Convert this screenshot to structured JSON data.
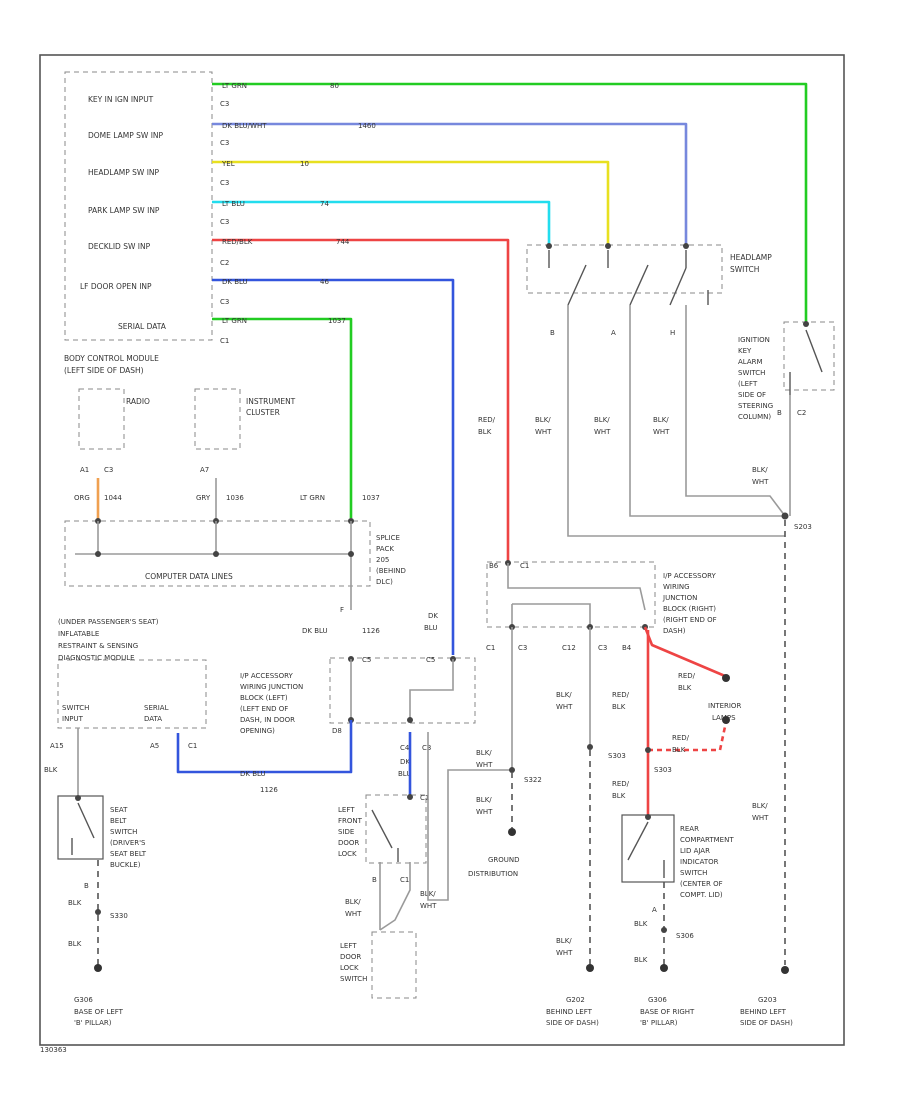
{
  "bcm": {
    "inputs": [
      {
        "label": "KEY IN IGN INPUT",
        "conn": "C3"
      },
      {
        "label": "DOME LAMP SW INP",
        "conn": "C3"
      },
      {
        "label": "HEADLAMP SW INP",
        "conn": "C3"
      },
      {
        "label": "PARK LAMP SW INP",
        "conn": "C3"
      },
      {
        "label": "DECKLID SW INP",
        "conn": "C2"
      },
      {
        "label": "LF DOOR OPEN INP",
        "conn": "C3"
      },
      {
        "label": "SERIAL DATA",
        "conn": "C1"
      }
    ],
    "name_line1": "BODY CONTROL MODULE",
    "name_line2": "(LEFT SIDE OF DASH)"
  },
  "wires": {
    "key_in": {
      "color_text": "LT GRN",
      "circuit": "80",
      "hex": "#22cc22"
    },
    "dome": {
      "color_text": "DK BLU/WHT",
      "circuit": "1460",
      "hex": "#7788dd"
    },
    "headlamp": {
      "color_text": "YEL",
      "circuit": "10",
      "hex": "#e8e020"
    },
    "park": {
      "color_text": "LT BLU",
      "circuit": "74",
      "hex": "#22ddee"
    },
    "decklid": {
      "color_text": "RED/BLK",
      "circuit": "744",
      "hex": "#ee4444"
    },
    "lf_door": {
      "color_text": "DK BLU",
      "circuit": "46",
      "hex": "#3355dd"
    },
    "serial": {
      "color_text": "LT GRN",
      "circuit": "1037",
      "hex": "#22cc22"
    },
    "radio": {
      "hex": "#f0a050"
    },
    "sir_data": {
      "hex": "#3355dd"
    },
    "rear_lid": {
      "hex": "#ee4444"
    }
  },
  "headlamp_switch": {
    "name_line1": "HEADLAMP",
    "name_line2": "SWITCH",
    "terminals": [
      "B",
      "A",
      "H"
    ]
  },
  "ignition_switch": {
    "lines": [
      "IGNITION",
      "KEY",
      "ALARM",
      "SWITCH",
      "(LEFT",
      "SIDE OF",
      "STEERING",
      "COLUMN)"
    ],
    "pin": "B",
    "conn": "C2"
  },
  "hs_wires": [
    {
      "c1": "BLK/",
      "c2": "WHT"
    },
    {
      "c1": "BLK/",
      "c2": "WHT"
    },
    {
      "c1": "BLK/",
      "c2": "WHT"
    },
    {
      "c1": "BLK/",
      "c2": "WHT"
    }
  ],
  "red_blk_label": {
    "c1": "RED/",
    "c2": "BLK"
  },
  "radio": {
    "label": "RADIO",
    "pin": "A1",
    "conn": "C3",
    "wire_color": "ORG",
    "circuit": "1044"
  },
  "cluster": {
    "label1": "INSTRUMENT",
    "label2": "CLUSTER",
    "pin": "A7",
    "wire_color": "GRY",
    "circuit": "1036"
  },
  "serial_drop": {
    "wire_color": "LT GRN",
    "circuit": "1037"
  },
  "splice_pack": {
    "lines": [
      "SPLICE",
      "PACK",
      "205",
      "(BEHIND",
      "DLC)"
    ],
    "bar_label": "COMPUTER DATA LINES"
  },
  "sir": {
    "lines": [
      "(UNDER PASSENGER'S SEAT)",
      "INFLATABLE",
      "RESTRAINT & SENSING",
      "DIAGNOSTIC MODULE"
    ],
    "switch_input": [
      "SWITCH",
      "INPUT"
    ],
    "serial_data": [
      "SERIAL",
      "DATA"
    ],
    "pin_a": "A15",
    "pin_b": "A5",
    "conn": "C1",
    "wire_label": "DK BLU",
    "circuit": "1126"
  },
  "left_ip_block": {
    "lines": [
      "I/P ACCESSORY",
      "WIRING JUNCTION",
      "BLOCK (LEFT)",
      "(LEFT END OF",
      "DASH, IN DOOR",
      "OPENING)"
    ],
    "conn_code": "D8",
    "pin_f": "F",
    "wire_label": "DK BLU",
    "circuit": "1126",
    "dk_blu_1": "DK",
    "dk_blu_2": "BLU",
    "c_labels": [
      "C5",
      "C5"
    ],
    "pins": [
      "C4",
      "C3"
    ]
  },
  "seat_belt": {
    "lines": [
      "SEAT",
      "BELT",
      "SWITCH",
      "(DRIVER'S",
      "SEAT BELT",
      "BUCKLE)"
    ],
    "wire_top": "BLK",
    "pin": "B",
    "wire_mid": "BLK",
    "splice": "S330",
    "wire_bot": "BLK",
    "ground": "G306",
    "ground_desc1": "BASE OF LEFT",
    "ground_desc2": "'B' PILLAR)"
  },
  "door_lock": {
    "lines": [
      "LEFT",
      "FRONT",
      "SIDE",
      "DOOR",
      "LOCK"
    ],
    "conn": "C1",
    "pin": "B",
    "wire_c1": "BLK/",
    "wire_c2": "WHT",
    "wire_b1": "BLK/",
    "wire_b2": "WHT",
    "wire_dk": "DK",
    "wire_blu": "BLU"
  },
  "door_lock_switch": {
    "lines": [
      "LEFT",
      "DOOR",
      "LOCK",
      "SWITCH"
    ]
  },
  "ground_dist": {
    "lines": [
      "GROUND",
      "DISTRIBUTION"
    ],
    "splice": "S322",
    "w1": "BLK/",
    "w2": "WHT",
    "w3": "BLK/",
    "w4": "WHT"
  },
  "right_ip_block": {
    "lines": [
      "I/P ACCESSORY",
      "WIRING",
      "JUNCTION",
      "BLOCK (RIGHT)",
      "(RIGHT END OF",
      "DASH)"
    ],
    "top_pin": "B6",
    "top_conn": "C1",
    "pins": [
      "C1",
      "C3",
      "C12",
      "C3",
      "B4"
    ]
  },
  "interior_lamps": {
    "lines": [
      "INTERIOR",
      "LAMPS"
    ],
    "w1": "RED/",
    "w2": "BLK",
    "w3": "RED/",
    "w4": "BLK",
    "w5": "RED/",
    "w6": "BLK",
    "splice": "S303",
    "splice2": "S303",
    "w7": "RED/",
    "w8": "BLK"
  },
  "rear_lid": {
    "lines": [
      "REAR",
      "COMPARTMENT",
      "LID AJAR",
      "INDICATOR",
      "SWITCH",
      "(CENTER OF",
      "COMPT. LID)"
    ],
    "pin": "A",
    "wire1": "BLK",
    "splice": "S306",
    "wire2": "BLK",
    "ground": "G306",
    "ground_desc1": "BASE OF RIGHT",
    "ground_desc2": "'B' PILLAR)"
  },
  "g202": {
    "wire1": "BLK/",
    "wire2": "WHT",
    "ground": "G202",
    "desc1": "BEHIND LEFT",
    "desc2": "SIDE OF DASH)"
  },
  "g203": {
    "wire_a1": "BLK/",
    "wire_a2": "WHT",
    "splice": "S203",
    "wire_b1": "BLK/",
    "wire_b2": "WHT",
    "ground": "G203",
    "desc1": "BEHIND LEFT",
    "desc2": "SIDE OF DASH)"
  },
  "footer": {
    "code": "130363"
  }
}
